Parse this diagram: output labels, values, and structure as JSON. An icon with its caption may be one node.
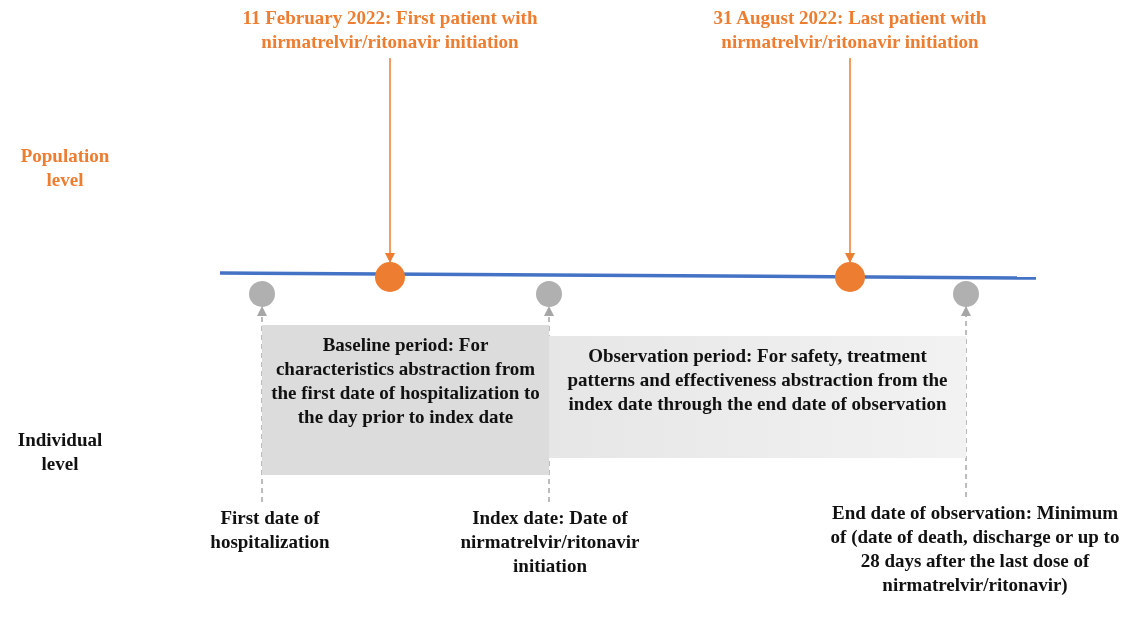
{
  "diagram": {
    "nodes": [
      {
        "text": [
          "11 February 2022: First patient with nirmatrelvir/ritonavir initiation"
        ]
      },
      {
        "text": [],
        "shape": "circle"
      },
      {
        "text": [
          "31 August 2022: Last patient with nirmatrelvir/ritonavir initiation"
        ]
      },
      {
        "text": [],
        "shape": "circle"
      },
      {
        "text": [],
        "shape": "circle"
      },
      {
        "text": [],
        "shape": "circle"
      },
      {
        "text": [],
        "shape": "circle"
      },
      {
        "text": [
          "Baseline period: For characteristics abstraction from the first date of hospitalization to the day prior to index date"
        ]
      },
      {
        "text": [
          "Observation period: For safety, treatment patterns and effectiveness abstraction from the index date through the end date of observation"
        ]
      },
      {
        "text": [
          "First date of hospitalization"
        ]
      },
      {
        "text": [
          "Index date: Date of nirmatrelvir/ritonavir initiation"
        ]
      },
      {
        "text": [
          "End date of observation: Minimum of (date of death, discharge or up to 28 days after the last dose of nirmatrelvir/ritonavir)"
        ]
      }
    ],
    "edges": [
      {
        "from": 0,
        "to": 1,
        "arrow": "to",
        "color": "#ed7d31"
      },
      {
        "from": 2,
        "to": 3,
        "arrow": "to",
        "color": "#ed7d31"
      },
      {
        "from": 9,
        "to": 4,
        "arrow": "to",
        "style": "dashed"
      },
      {
        "from": 10,
        "to": 5,
        "arrow": "to",
        "style": "dashed"
      },
      {
        "from": 11,
        "to": 6,
        "arrow": "to",
        "style": "dashed"
      }
    ],
    "labels": [
      "Population level",
      "Individual level"
    ]
  }
}
